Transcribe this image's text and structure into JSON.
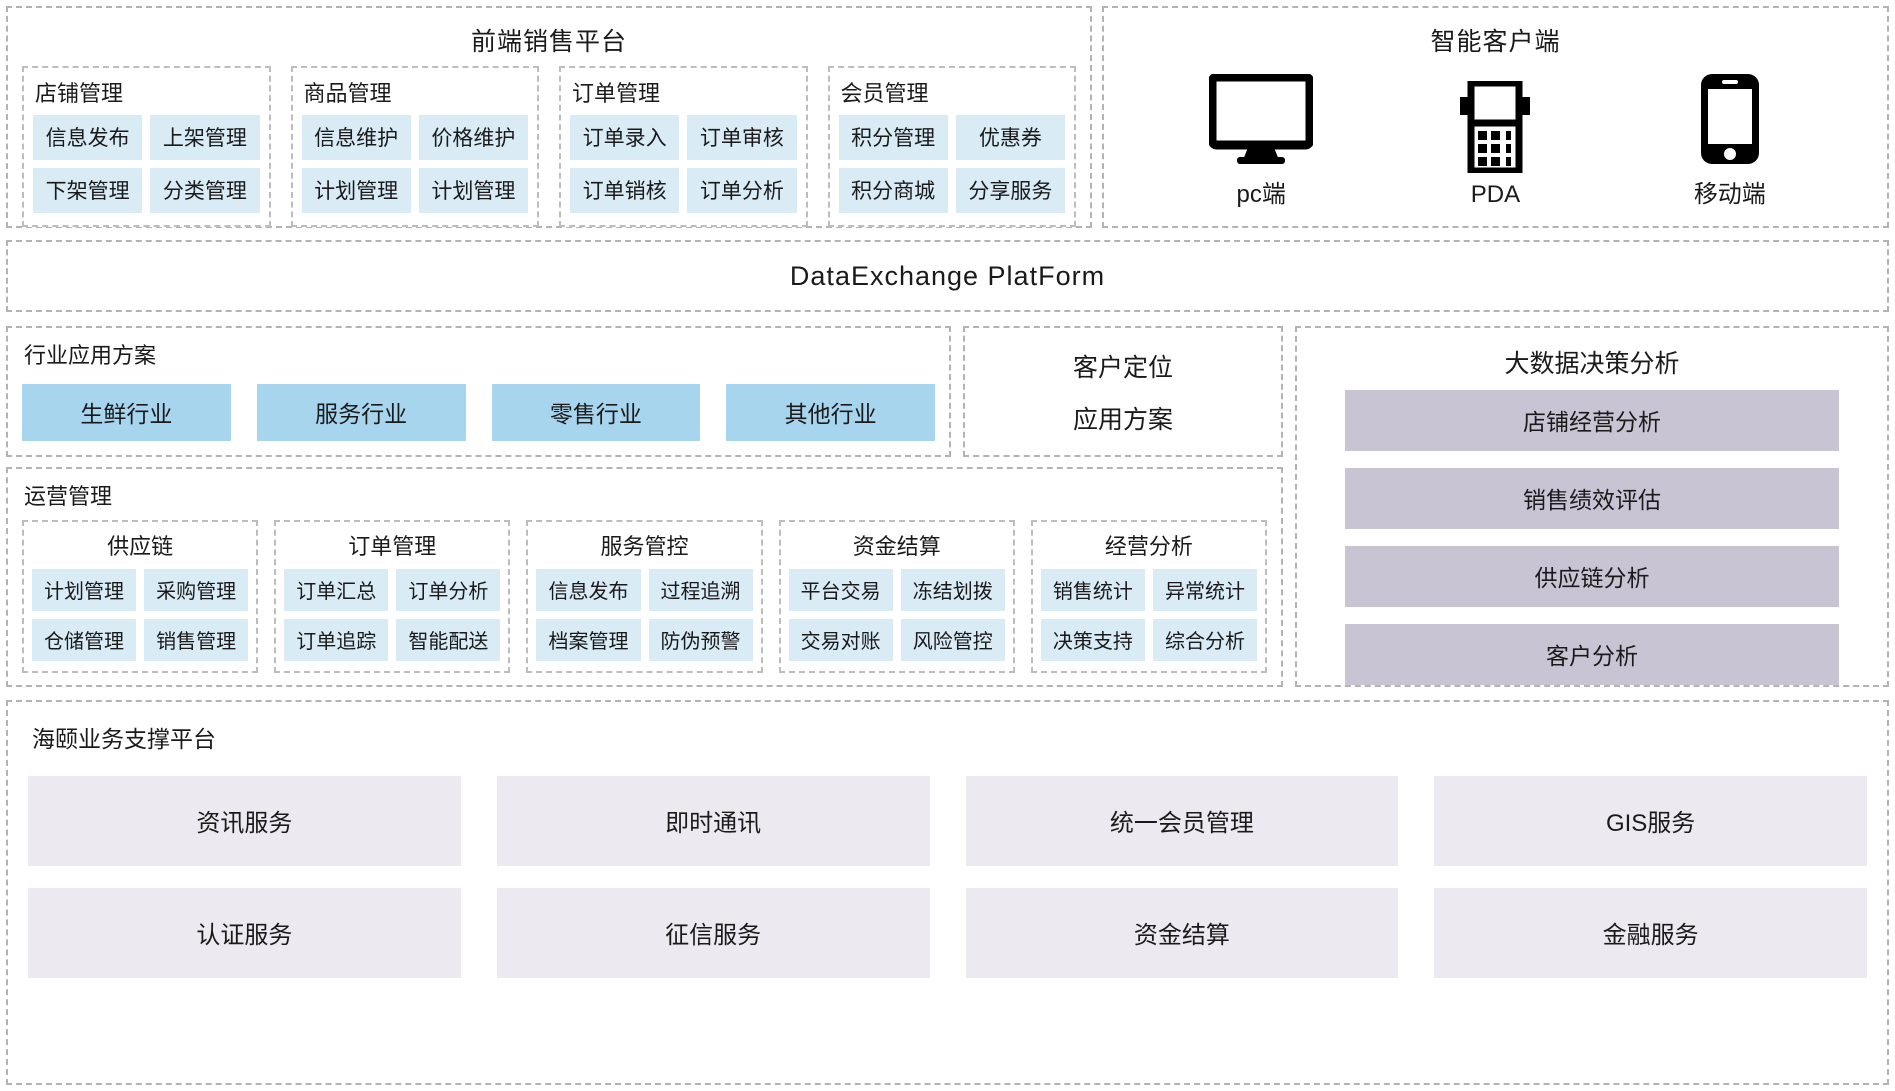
{
  "front_platform": {
    "title": "前端销售平台",
    "groups": [
      {
        "title": "店铺管理",
        "items": [
          "信息发布",
          "上架管理",
          "下架管理",
          "分类管理"
        ]
      },
      {
        "title": "商品管理",
        "items": [
          "信息维护",
          "价格维护",
          "计划管理",
          "计划管理"
        ]
      },
      {
        "title": "订单管理",
        "items": [
          "订单录入",
          "订单审核",
          "订单销核",
          "订单分析"
        ]
      },
      {
        "title": "会员管理",
        "items": [
          "积分管理",
          "优惠券",
          "积分商城",
          "分享服务"
        ]
      }
    ]
  },
  "smart_client": {
    "title": "智能客户端",
    "items": [
      {
        "icon": "monitor-icon",
        "label": "pc端"
      },
      {
        "icon": "pda-icon",
        "label": "PDA"
      },
      {
        "icon": "mobile-phone-icon",
        "label": "移动端"
      }
    ]
  },
  "data_exchange": {
    "title": "DataExchange  PlatForm"
  },
  "industry": {
    "title": "行业应用方案",
    "items": [
      "生鲜行业",
      "服务行业",
      "零售行业",
      "其他行业"
    ]
  },
  "customer_position": {
    "line1": "客户定位",
    "line2": "应用方案"
  },
  "big_data": {
    "title": "大数据决策分析",
    "items": [
      "店铺经营分析",
      "销售绩效评估",
      "供应链分析",
      "客户分析"
    ]
  },
  "operations": {
    "title": "运营管理",
    "groups": [
      {
        "title": "供应链",
        "items": [
          "计划管理",
          "采购管理",
          "仓储管理",
          "销售管理"
        ]
      },
      {
        "title": "订单管理",
        "items": [
          "订单汇总",
          "订单分析",
          "订单追踪",
          "智能配送"
        ]
      },
      {
        "title": "服务管控",
        "items": [
          "信息发布",
          "过程追溯",
          "档案管理",
          "防伪预警"
        ]
      },
      {
        "title": "资金结算",
        "items": [
          "平台交易",
          "冻结划拨",
          "交易对账",
          "风险管控"
        ]
      },
      {
        "title": "经营分析",
        "items": [
          "销售统计",
          "异常统计",
          "决策支持",
          "综合分析"
        ]
      }
    ]
  },
  "support_platform": {
    "title": "海颐业务支撑平台",
    "items": [
      "资讯服务",
      "即时通讯",
      "统一会员管理",
      "GIS服务",
      "认证服务",
      "征信服务",
      "资金结算",
      "金融服务"
    ]
  },
  "colors": {
    "chip_blue": "#d9ebf5",
    "industry_blue": "#a8d5ee",
    "bigdata_purple": "#c9c4d4",
    "support_lavender": "#ece9f0",
    "dashed_border": "#b3b3b3"
  }
}
